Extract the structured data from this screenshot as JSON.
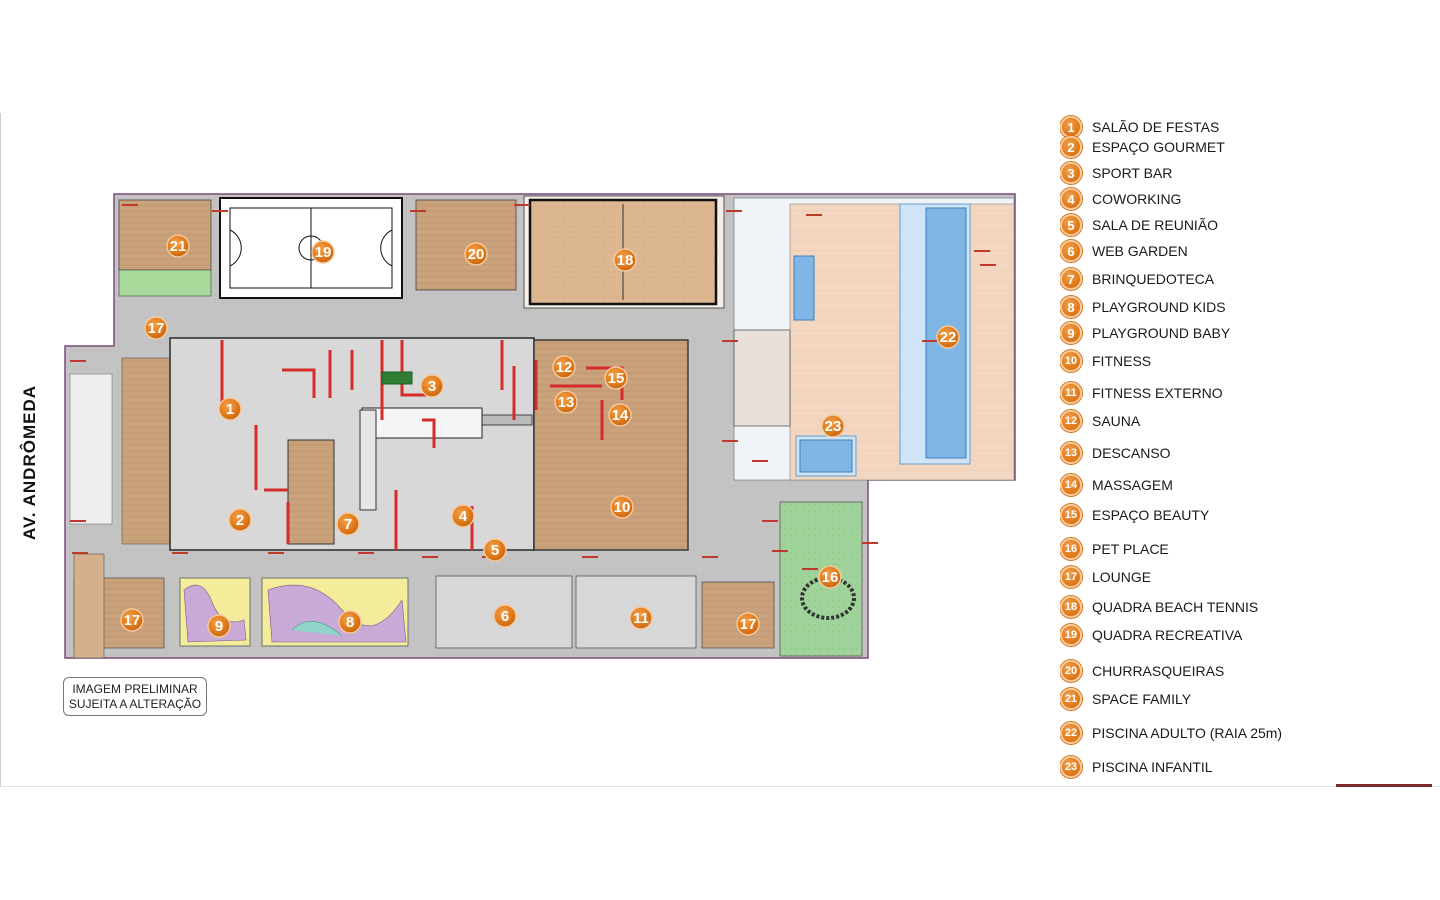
{
  "street_name": "AV. ANDRÔMEDA",
  "disclaimer": {
    "line1": "IMAGEM PRELIMINAR",
    "line2": "SUJEITA A ALTERAÇÃO"
  },
  "level_mark": "776,80",
  "colors": {
    "badge": "#e07b1c",
    "wall": "#d62b2b",
    "floor_gray": "#bdbdbd",
    "wood": "#c9a27c",
    "pool": "#7fb6e6",
    "green": "#8fc98a",
    "court_sand": "#d9b48f"
  },
  "legend": [
    {
      "num": "1",
      "label": "SALÃO DE FESTAS"
    },
    {
      "num": "2",
      "label": "ESPAÇO GOURMET"
    },
    {
      "num": "3",
      "label": "SPORT BAR"
    },
    {
      "num": "4",
      "label": "COWORKING"
    },
    {
      "num": "5",
      "label": "SALA DE REUNIÃO"
    },
    {
      "num": "6",
      "label": "WEB GARDEN"
    },
    {
      "num": "7",
      "label": "BRINQUEDOTECA"
    },
    {
      "num": "8",
      "label": "PLAYGROUND KIDS"
    },
    {
      "num": "9",
      "label": "PLAYGROUND BABY"
    },
    {
      "num": "10",
      "label": "FITNESS"
    },
    {
      "num": "11",
      "label": "FITNESS EXTERNO"
    },
    {
      "num": "12",
      "label": "SAUNA"
    },
    {
      "num": "13",
      "label": "DESCANSO"
    },
    {
      "num": "14",
      "label": "MASSAGEM"
    },
    {
      "num": "15",
      "label": "ESPAÇO BEAUTY"
    },
    {
      "num": "16",
      "label": "PET PLACE"
    },
    {
      "num": "17",
      "label": "LOUNGE"
    },
    {
      "num": "18",
      "label": "QUADRA BEACH TENNIS"
    },
    {
      "num": "19",
      "label": "QUADRA RECREATIVA"
    },
    {
      "num": "20",
      "label": "CHURRASQUEIRAS"
    },
    {
      "num": "21",
      "label": "SPACE FAMILY"
    },
    {
      "num": "22",
      "label": "PISCINA ADULTO (RAIA 25m)"
    },
    {
      "num": "23",
      "label": "PISCINA INFANTIL"
    }
  ],
  "plan_markers": [
    {
      "num": "1"
    },
    {
      "num": "2"
    },
    {
      "num": "3"
    },
    {
      "num": "4"
    },
    {
      "num": "5"
    },
    {
      "num": "6"
    },
    {
      "num": "7"
    },
    {
      "num": "8"
    },
    {
      "num": "9"
    },
    {
      "num": "10"
    },
    {
      "num": "11"
    },
    {
      "num": "12"
    },
    {
      "num": "13"
    },
    {
      "num": "14"
    },
    {
      "num": "15"
    },
    {
      "num": "16"
    },
    {
      "num": "17"
    },
    {
      "num": "17"
    },
    {
      "num": "17"
    },
    {
      "num": "18"
    },
    {
      "num": "19"
    },
    {
      "num": "20"
    },
    {
      "num": "21"
    },
    {
      "num": "22"
    },
    {
      "num": "23"
    }
  ]
}
